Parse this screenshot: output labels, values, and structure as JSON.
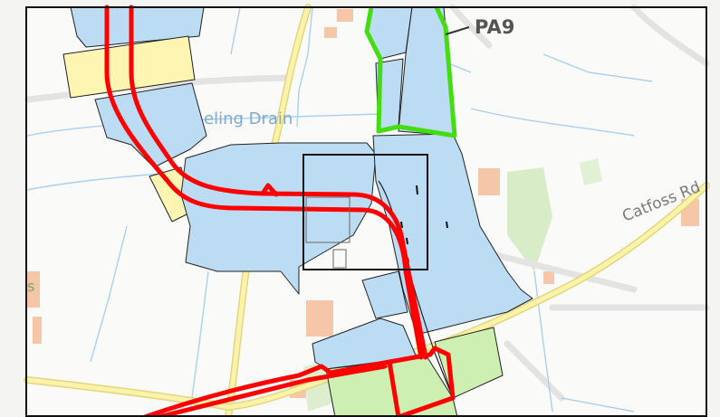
{
  "map": {
    "labels": {
      "parcel_label": "PA9",
      "drain_label": "eling Drain",
      "road_label": "Catfoss Rd",
      "edge_label": "s"
    },
    "colors": {
      "background": "#f4f4f2",
      "land": "#fafaf8",
      "water": "#a9d0ef",
      "minor_road": "#e3e3e3",
      "main_road_fill": "#fbf3a9",
      "main_road_casing": "#e4d67e",
      "parcel_blue": "#bcdcf3",
      "parcel_yellow": "#fff5b3",
      "parcel_green": "#cdf0b2",
      "building": "#f6c6a8",
      "park": "#c9e6b3",
      "route_red": "#ff0000",
      "boundary_green": "#44dd12",
      "inset_box": "#111111",
      "label_text": "#555555",
      "drain_text": "#7ea9d2",
      "road_text": "#7a7a7a"
    }
  }
}
